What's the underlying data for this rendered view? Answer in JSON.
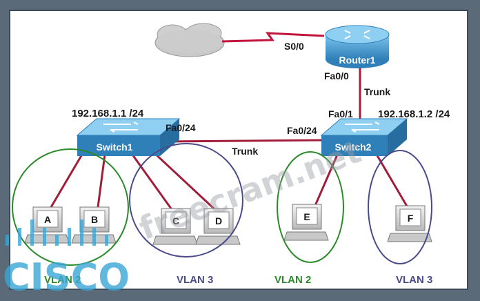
{
  "devices": {
    "router": "Router1",
    "switch1": "Switch1",
    "switch2": "Switch2"
  },
  "interfaces": {
    "router_serial": "S0/0",
    "router_fa": "Fa0/0",
    "sw2_fa01": "Fa0/1",
    "sw1_fa024": "Fa0/24",
    "sw2_fa024": "Fa0/24"
  },
  "links": {
    "router_trunk": "Trunk",
    "switch_trunk": "Trunk"
  },
  "addresses": {
    "switch1_ip": "192.168.1.1 /24",
    "switch2_ip": "192.168.1.2 /24"
  },
  "pcs": [
    "A",
    "B",
    "C",
    "D",
    "E",
    "F"
  ],
  "vlans": {
    "v1": "VLAN 2",
    "v2": "VLAN 3",
    "v3": "VLAN 2",
    "v4": "VLAN 3"
  },
  "watermark": "freecram.net",
  "logo": "CISCO",
  "colors": {
    "link": "#a11d3a",
    "serial": "#c0143c",
    "green_vlan": "#2a8a2a",
    "purple_vlan": "#4a4a8a",
    "device_blue": "#3f8fc7"
  }
}
